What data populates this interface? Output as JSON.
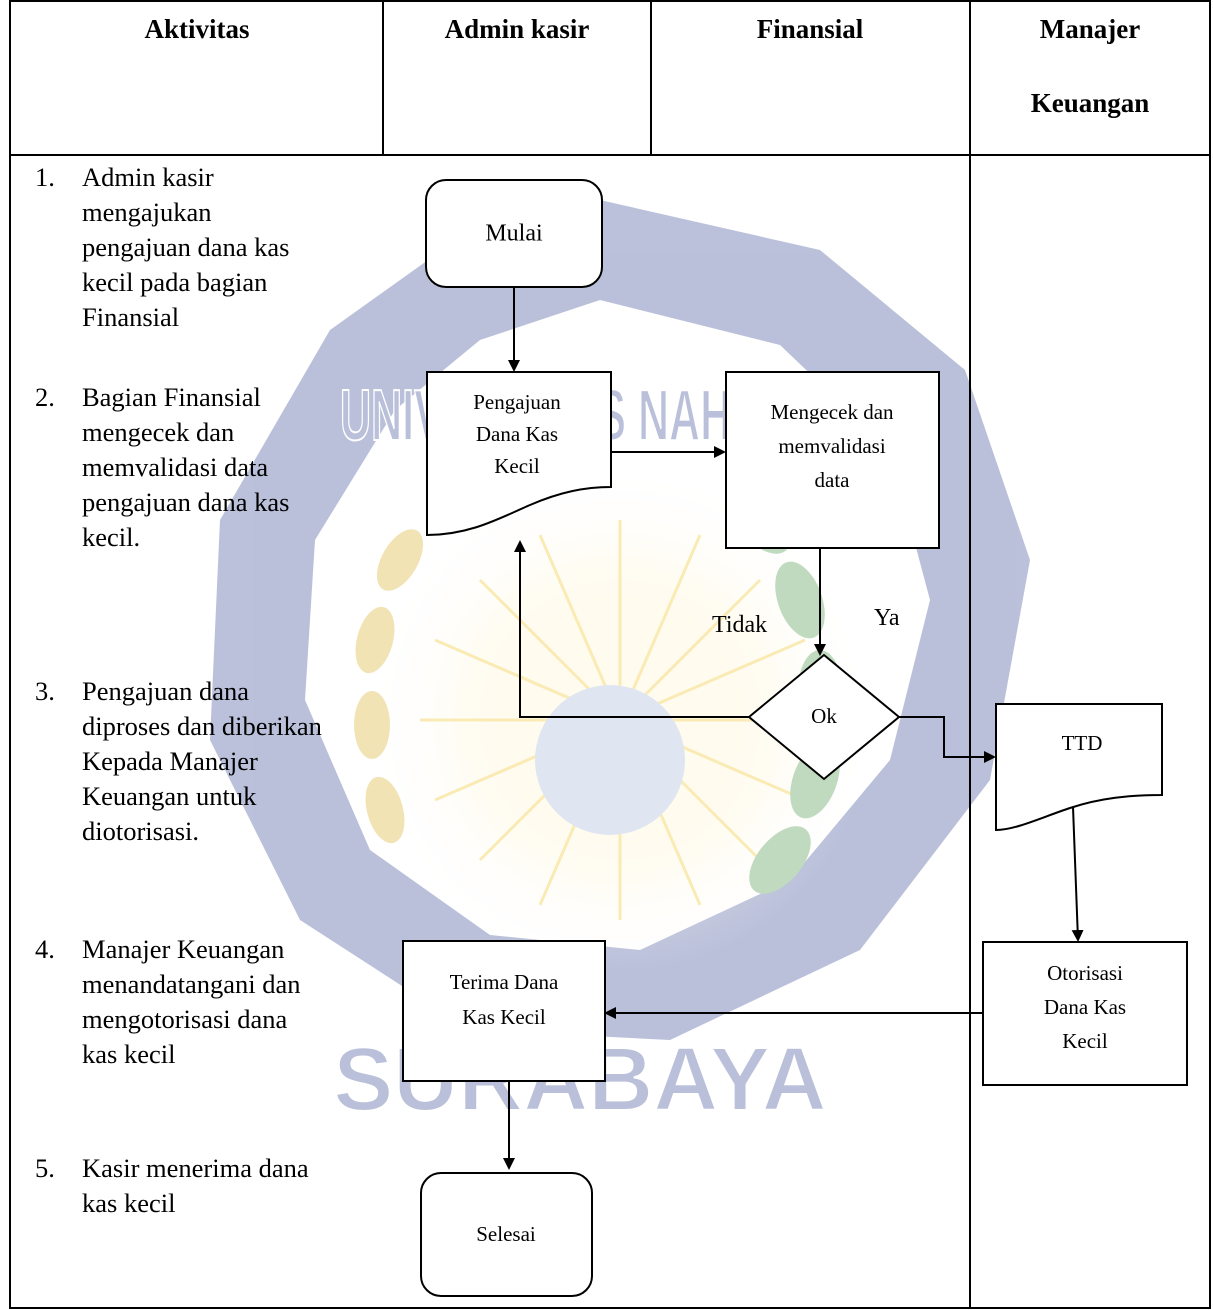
{
  "table": {
    "headers": {
      "aktivitas": "Aktivitas",
      "admin": "Admin kasir",
      "finansial": "Finansial",
      "manajer_line1": "Manajer",
      "manajer_line2": "Keuangan"
    },
    "activities": [
      {
        "number": "1.",
        "lines": [
          "Admin kasir",
          "mengajukan",
          "pengajuan dana kas",
          "kecil pada bagian",
          "Finansial"
        ]
      },
      {
        "number": "2.",
        "lines": [
          "Bagian Finansial",
          "mengecek dan",
          "memvalidasi data",
          "pengajuan dana kas",
          "kecil."
        ]
      },
      {
        "number": "3.",
        "lines": [
          "Pengajuan dana",
          "diproses dan diberikan",
          "Kepada Manajer",
          "Keuangan untuk",
          "diotorisasi."
        ]
      },
      {
        "number": "4.",
        "lines": [
          "Manajer Keuangan",
          "menandatangani dan",
          "mengotorisasi dana",
          "kas kecil"
        ]
      },
      {
        "number": "5.",
        "lines": [
          "Kasir menerima dana",
          "kas kecil"
        ]
      }
    ]
  },
  "flow": {
    "start": "Mulai",
    "pengajuan_doc": [
      "Pengajuan",
      "Dana Kas",
      "Kecil"
    ],
    "cek": [
      "Mengecek dan",
      "memvalidasi",
      "data"
    ],
    "decision": "Ok",
    "no_label": "Tidak",
    "yes_label": "Ya",
    "ttd": "TTD",
    "otorisasi": [
      "Otorisasi",
      "Dana Kas",
      "Kecil"
    ],
    "terima": [
      "Terima Dana",
      "Kas Kecil"
    ],
    "end": "Selesai"
  },
  "watermark": {
    "text_top": "UNIVERSITAS NAHDLATUL",
    "text_bottom": "SURABAYA",
    "colors": {
      "blue": "#2c3f8f",
      "gold": "#f2c21c",
      "green": "#3a8f3a"
    }
  }
}
